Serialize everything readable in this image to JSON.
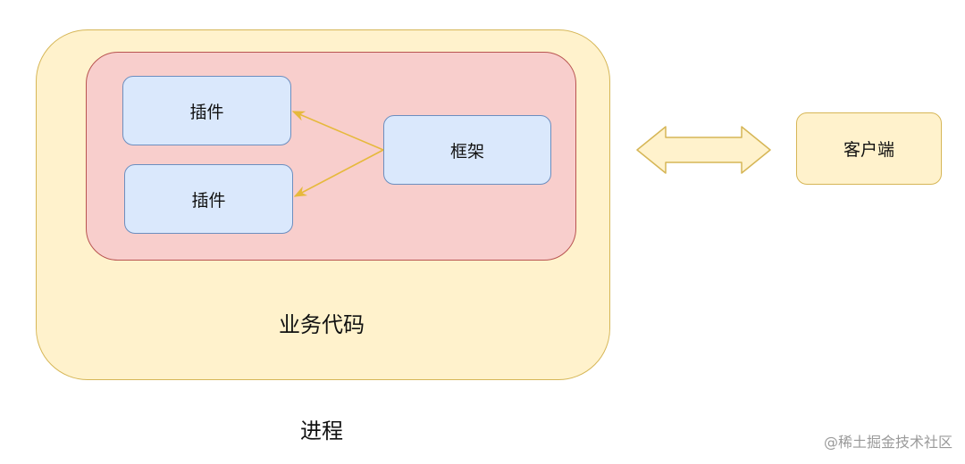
{
  "diagram": {
    "process_label": "进程",
    "business_code_label": "业务代码",
    "plugin_1_label": "插件",
    "plugin_2_label": "插件",
    "framework_label": "框架",
    "client_label": "客户端",
    "watermark": "@稀土掘金技术社区"
  },
  "colors": {
    "process_fill": "#fff2cc",
    "process_border": "#d6b656",
    "framework_area_fill": "#f8cecc",
    "framework_area_border": "#b85450",
    "node_fill": "#dae8fc",
    "node_border": "#6c8ebf",
    "arrow": "#e6b93c"
  }
}
